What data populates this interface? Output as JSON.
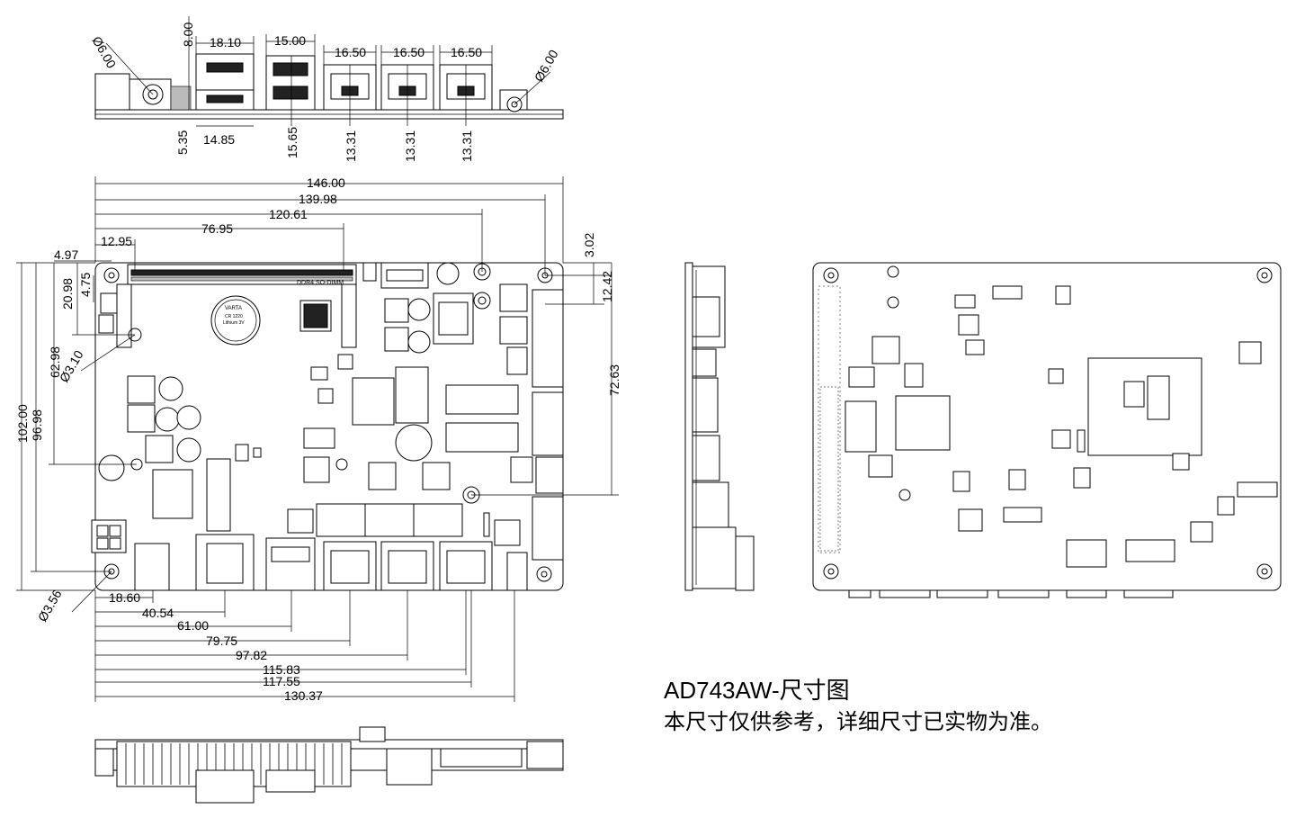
{
  "caption": {
    "title": "AD743AW-尺寸图",
    "note": "本尺寸仅供参考，详细尺寸已实物为准。"
  },
  "front_view": {
    "dims": {
      "dc_diameter": "Ø6.00",
      "usb_top": "8.00",
      "usb_width": "18.10",
      "dp_width": "15.00",
      "lan1_width": "16.50",
      "lan2_width": "16.50",
      "lan3_width": "16.50",
      "audio_diameter": "Ø6.00",
      "dc_height": "5.35",
      "hdmi_width": "14.85",
      "dp_height": "15.65",
      "lan1_height": "13.31",
      "lan2_height": "13.31",
      "lan3_height": "13.31"
    }
  },
  "top_view": {
    "battery_label": "VARTA",
    "battery_text_1": "CR 1220",
    "battery_text_2": "Lithium 3V",
    "dimm_label": "DDR4 SO-DIMM",
    "dims": {
      "width_146": "146.00",
      "d_139": "139.98",
      "d_120": "120.61",
      "d_76": "76.95",
      "d_12_95": "12.95",
      "d_4_97": "4.97",
      "d_3_02": "3.02",
      "d_20_98": "20.98",
      "d_4_75": "4.75",
      "d_12_42": "12.42",
      "hole_3_10": "Ø3.10",
      "d_62_98": "62.98",
      "height_102": "102.00",
      "d_96_98": "96.98",
      "d_72_63": "72.63",
      "hole_3_56": "Ø3.56",
      "d_18_60": "18.60",
      "d_40_54": "40.54",
      "d_61": "61.00",
      "d_79_75": "79.75",
      "d_97_82": "97.82",
      "d_115_83": "115.83",
      "d_117_55": "117.55",
      "d_130_37": "130.37"
    }
  }
}
